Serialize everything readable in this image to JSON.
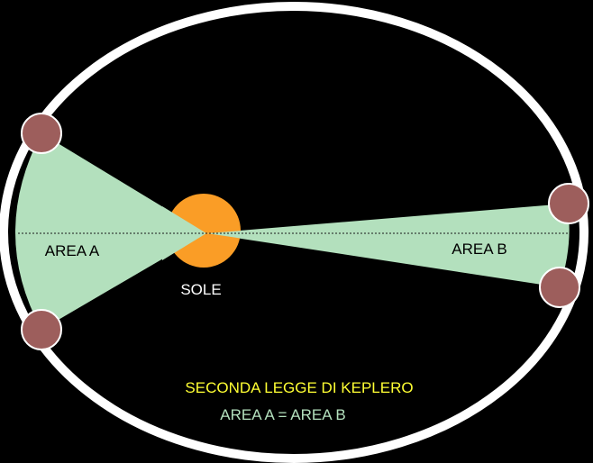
{
  "labels": {
    "area_a": "AREA A",
    "area_b": "AREA B",
    "sun": "SOLE",
    "title": "SECONDA LEGGE DI KEPLERO",
    "equation": "AREA A = AREA B"
  },
  "colors": {
    "background": "#000000",
    "orbit": "#ffffff",
    "sector_fill": "#b3e0bd",
    "sun": "#fa9d26",
    "planet": "#9d5e5c",
    "planet_outline": "#ffffff",
    "axis": "#1a1a1a",
    "text_white": "#ffffff",
    "title": "#ffff33",
    "equation": "#b3e0bd"
  }
}
